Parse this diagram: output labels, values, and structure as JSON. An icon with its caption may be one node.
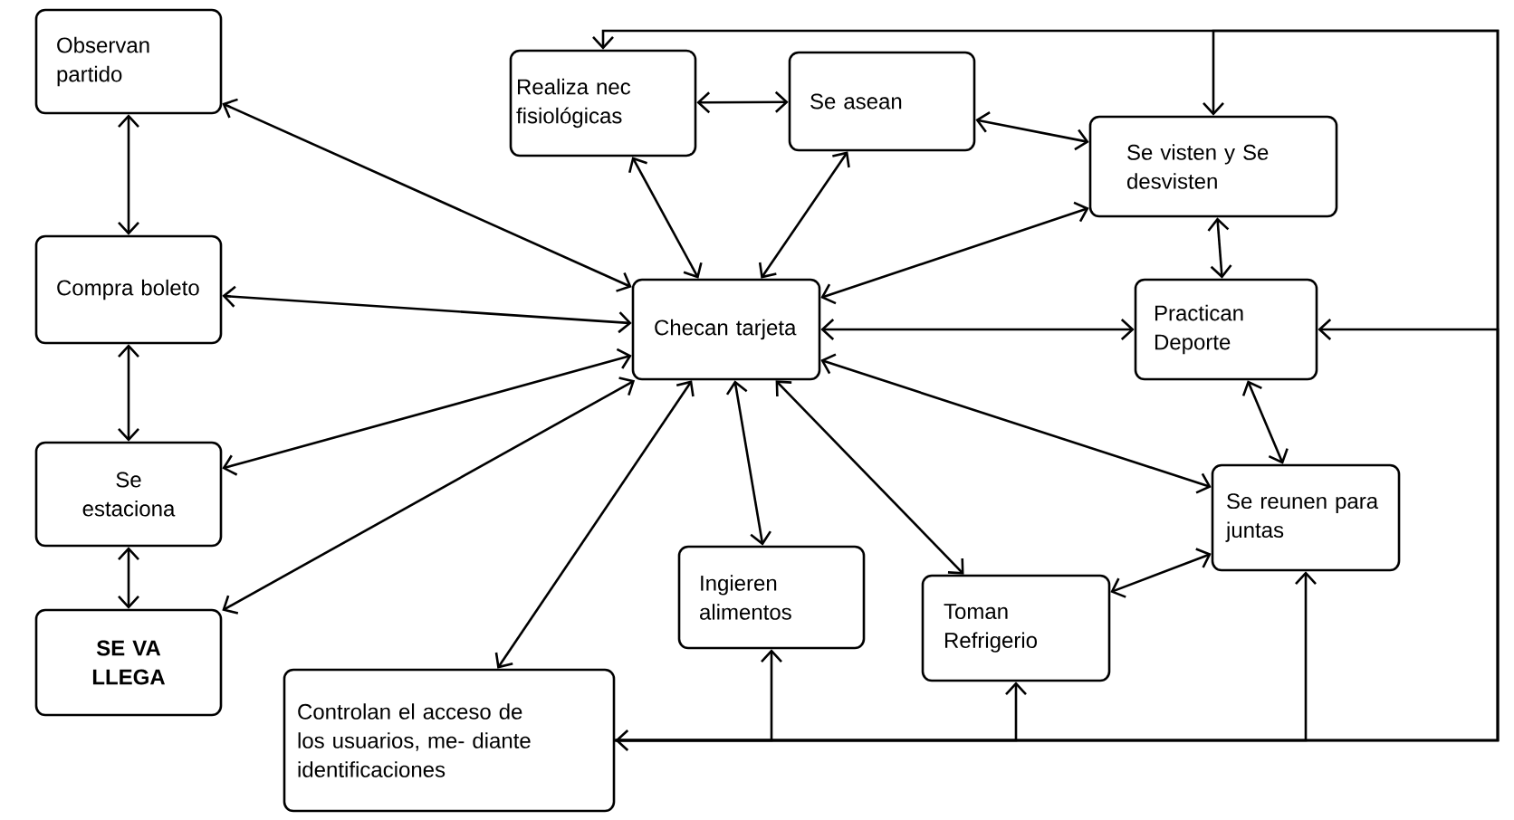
{
  "diagram": {
    "nodes": [
      {
        "text": [
          "Observan partido"
        ]
      },
      {
        "text": [
          "Compra boleto"
        ]
      },
      {
        "text": [
          "Se estaciona"
        ]
      },
      {
        "text": [
          "SE VA LLEGA"
        ]
      },
      {
        "text": [
          "Realiza nec fisiológicas"
        ]
      },
      {
        "text": [
          "Se asean"
        ]
      },
      {
        "text": [
          "Se visten y Se desvisten"
        ]
      },
      {
        "text": [
          "Checan tarjeta"
        ]
      },
      {
        "text": [
          "Practican Deporte"
        ]
      },
      {
        "text": [
          "Se reunen para juntas"
        ]
      },
      {
        "text": [
          "Ingieren alimentos"
        ]
      },
      {
        "text": [
          "Toman Refrigerio"
        ]
      },
      {
        "text": [
          "Controlan el acceso de los usuarios, me- diante identificaciones"
        ]
      }
    ],
    "edges": [
      {
        "from": 0,
        "to": 1,
        "arrow": "both"
      },
      {
        "from": 1,
        "to": 2,
        "arrow": "both"
      },
      {
        "from": 2,
        "to": 3,
        "arrow": "both"
      },
      {
        "from": 7,
        "to": 0,
        "arrow": "both"
      },
      {
        "from": 7,
        "to": 1,
        "arrow": "both"
      },
      {
        "from": 7,
        "to": 2,
        "arrow": "both"
      },
      {
        "from": 7,
        "to": 3,
        "arrow": "both"
      },
      {
        "from": 7,
        "to": 4,
        "arrow": "both"
      },
      {
        "from": 7,
        "to": 5,
        "arrow": "both"
      },
      {
        "from": 7,
        "to": 6,
        "arrow": "both"
      },
      {
        "from": 7,
        "to": 8,
        "arrow": "both"
      },
      {
        "from": 7,
        "to": 9,
        "arrow": "both"
      },
      {
        "from": 7,
        "to": 10,
        "arrow": "both"
      },
      {
        "from": 7,
        "to": 11,
        "arrow": "both"
      },
      {
        "from": 7,
        "to": 12,
        "arrow": "both"
      },
      {
        "from": 4,
        "to": 5,
        "arrow": "both"
      },
      {
        "from": 5,
        "to": 6,
        "arrow": "both"
      },
      {
        "from": 6,
        "to": 8,
        "arrow": "both"
      },
      {
        "from": 8,
        "to": 9,
        "arrow": "both"
      },
      {
        "from": 9,
        "to": 11,
        "arrow": "both"
      },
      {
        "from": 4,
        "to": 12,
        "arrow": "both"
      },
      {
        "from": 12,
        "to": 6,
        "arrow": "to"
      },
      {
        "from": 12,
        "to": 8,
        "arrow": "to"
      },
      {
        "from": 12,
        "to": 9,
        "arrow": "to"
      },
      {
        "from": 12,
        "to": 10,
        "arrow": "to"
      },
      {
        "from": 12,
        "to": 11,
        "arrow": "to"
      }
    ]
  }
}
